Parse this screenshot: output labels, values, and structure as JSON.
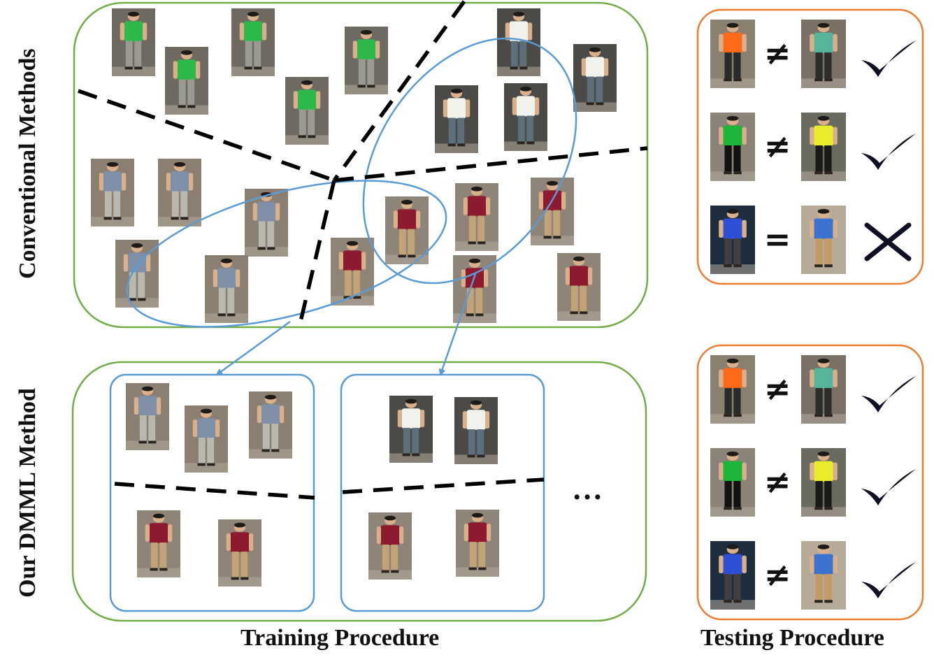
{
  "labels": {
    "conventional": "Conventional Methods",
    "dmml": "Our DMML Method",
    "training": "Training Procedure",
    "testing": "Testing Procedure"
  },
  "ellipsis": "…",
  "colors": {
    "green_border": "#70ad47",
    "blue_border": "#5b9bd5",
    "orange_border": "#ed7d31",
    "dashed_line": "#000000",
    "mark": "#0f0f23"
  },
  "people": [
    {
      "shirt": "#2db84a",
      "pants": "#9a9a92",
      "bg": "#6e6a62"
    },
    {
      "shirt": "#7f8fa8",
      "pants": "#b9b8ae",
      "bg": "#8a7f70"
    },
    {
      "shirt": "#f2f2ec",
      "pants": "#5d6f7b",
      "bg": "#4c4a46"
    },
    {
      "shirt": "#8d1a2e",
      "pants": "#c2a377",
      "bg": "#8f8478"
    },
    {
      "shirt": "#ff6a1a",
      "pants": "#2a2a2a",
      "bg": "#8a8070"
    },
    {
      "shirt": "#55b49a",
      "pants": "#2d2d2a",
      "bg": "#7a7066"
    },
    {
      "shirt": "#1eb53a",
      "pants": "#111111",
      "bg": "#8c8378"
    },
    {
      "shirt": "#e8ec2c",
      "pants": "#1a1a1a",
      "bg": "#6a6a5e"
    },
    {
      "shirt": "#2e4fd6",
      "pants": "#404040",
      "bg": "#1e2e3e"
    },
    {
      "shirt": "#3d73d0",
      "pants": "#c29a64",
      "bg": "#b8aa98"
    }
  ],
  "testing_top": [
    {
      "relation": "≠",
      "result": "check"
    },
    {
      "relation": "≠",
      "result": "check"
    },
    {
      "relation": "=",
      "result": "cross"
    }
  ],
  "testing_bottom": [
    {
      "relation": "≠",
      "result": "check"
    },
    {
      "relation": "≠",
      "result": "check"
    },
    {
      "relation": "≠",
      "result": "check"
    }
  ]
}
